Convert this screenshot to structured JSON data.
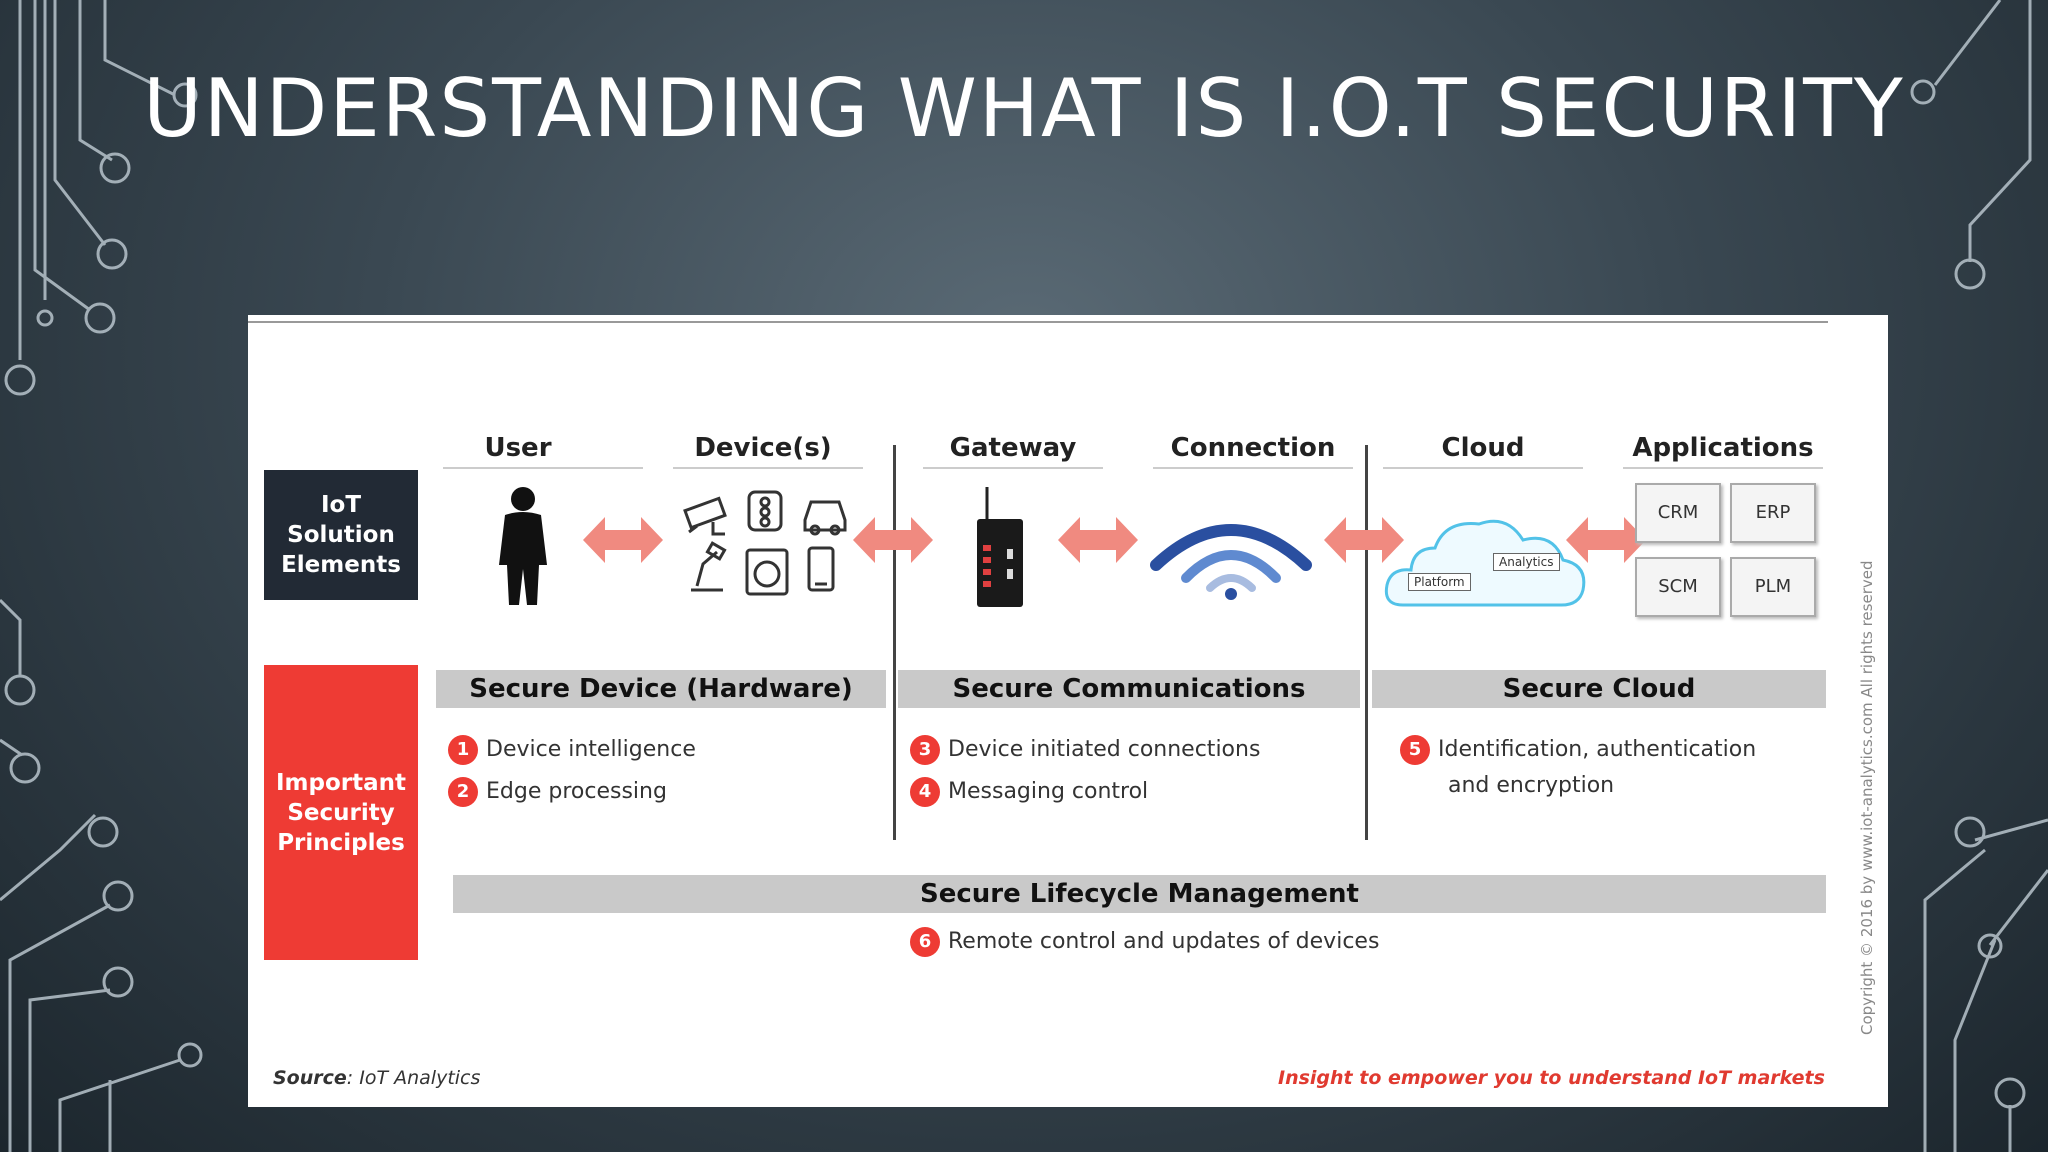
{
  "title": "UNDERSTANDING WHAT IS I.O.T SECURITY",
  "rows": {
    "elements_label": "IoT Solution Elements",
    "principles_label": "Important Security Principles"
  },
  "columns": [
    "User",
    "Device(s)",
    "Gateway",
    "Connection",
    "Cloud",
    "Applications"
  ],
  "applications": [
    "CRM",
    "ERP",
    "SCM",
    "PLM"
  ],
  "cloud_labels": {
    "analytics": "Analytics",
    "platform": "Platform"
  },
  "sections": [
    {
      "title": "Secure Device (Hardware)",
      "items": [
        {
          "num": "1",
          "text": "Device intelligence"
        },
        {
          "num": "2",
          "text": "Edge processing"
        }
      ]
    },
    {
      "title": "Secure Communications",
      "items": [
        {
          "num": "3",
          "text": "Device initiated connections"
        },
        {
          "num": "4",
          "text": "Messaging control"
        }
      ]
    },
    {
      "title": "Secure Cloud",
      "items": [
        {
          "num": "5",
          "text": "Identification, authentication"
        },
        {
          "num": "",
          "text": "and encryption"
        }
      ]
    }
  ],
  "lifecycle": {
    "title": "Secure Lifecycle Management",
    "num": "6",
    "text": "Remote control and updates of devices"
  },
  "source_label": "Source",
  "source_value": ": IoT Analytics",
  "tagline": "Insight to empower you to understand IoT markets",
  "copyright": "Copyright © 2016 by www.iot-analytics.com All rights reserved",
  "colors": {
    "accent_red": "#ee3b34",
    "dark_box": "#222a35",
    "arrow": "#f08a80",
    "wifi": "#2a4fa0"
  }
}
